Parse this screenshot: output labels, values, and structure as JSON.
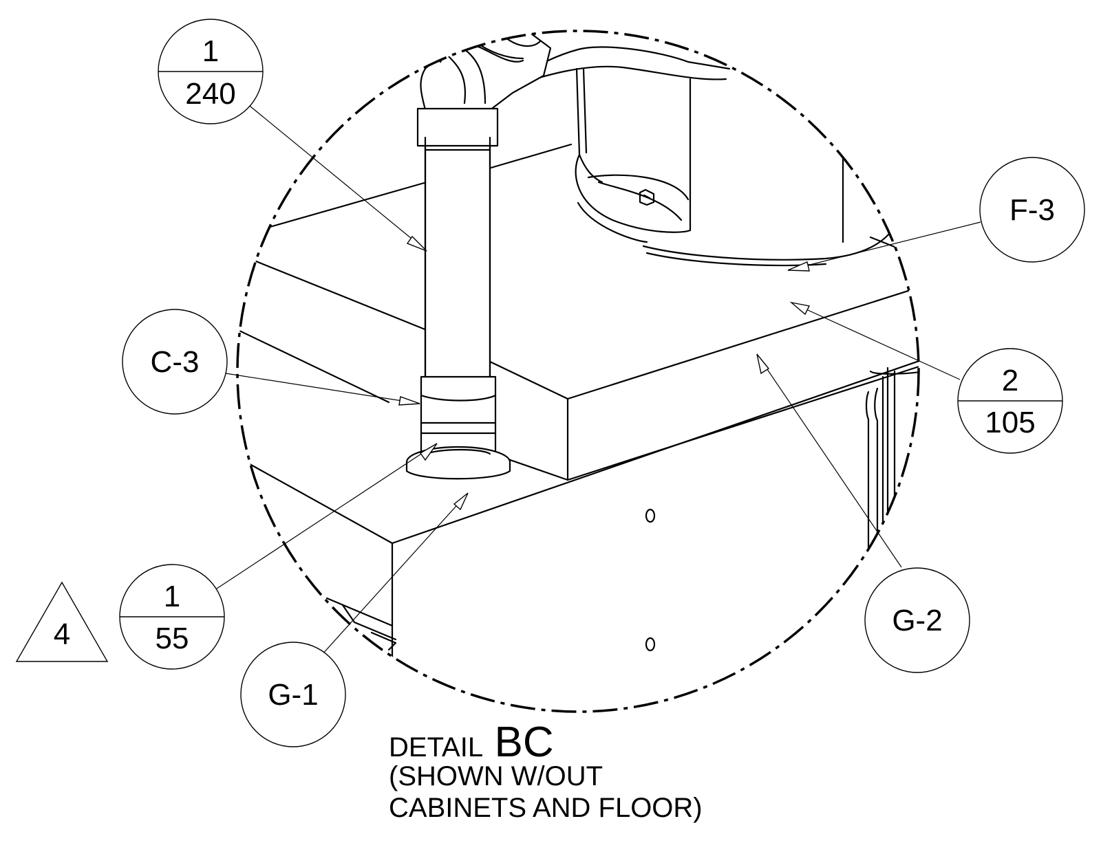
{
  "colors": {
    "ink": "#000000",
    "paper": "#ffffff"
  },
  "detail": {
    "prefix": "DETAIL",
    "id": "BC",
    "note_line1": "(SHOWN W/OUT",
    "note_line2": "CABINETS AND FLOOR)"
  },
  "section_refs": [
    {
      "top": "1",
      "bottom": "240"
    },
    {
      "top": "2",
      "bottom": "105"
    },
    {
      "top": "1",
      "bottom": "55"
    }
  ],
  "callouts": [
    "F-3",
    "C-3",
    "G-1",
    "G-2"
  ],
  "revision": {
    "label": "4"
  }
}
